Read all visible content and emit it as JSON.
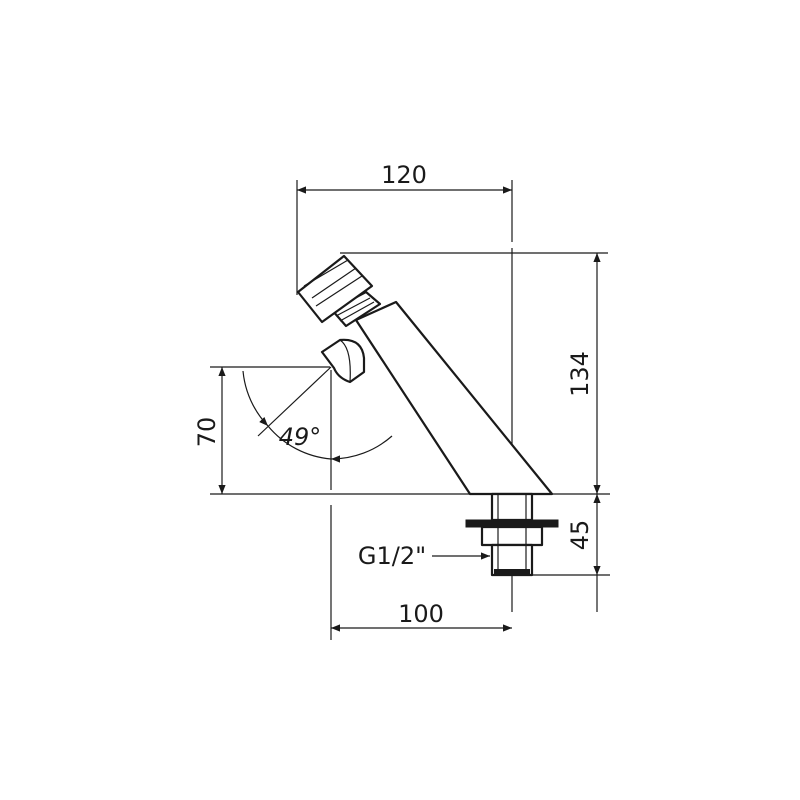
{
  "drawing": {
    "dimensions": {
      "width_top": "120",
      "height_total": "134",
      "height_outlet": "70",
      "angle": "49°",
      "shank_length": "45",
      "shank_offset": "100"
    },
    "thread_label": "G1/2\""
  }
}
